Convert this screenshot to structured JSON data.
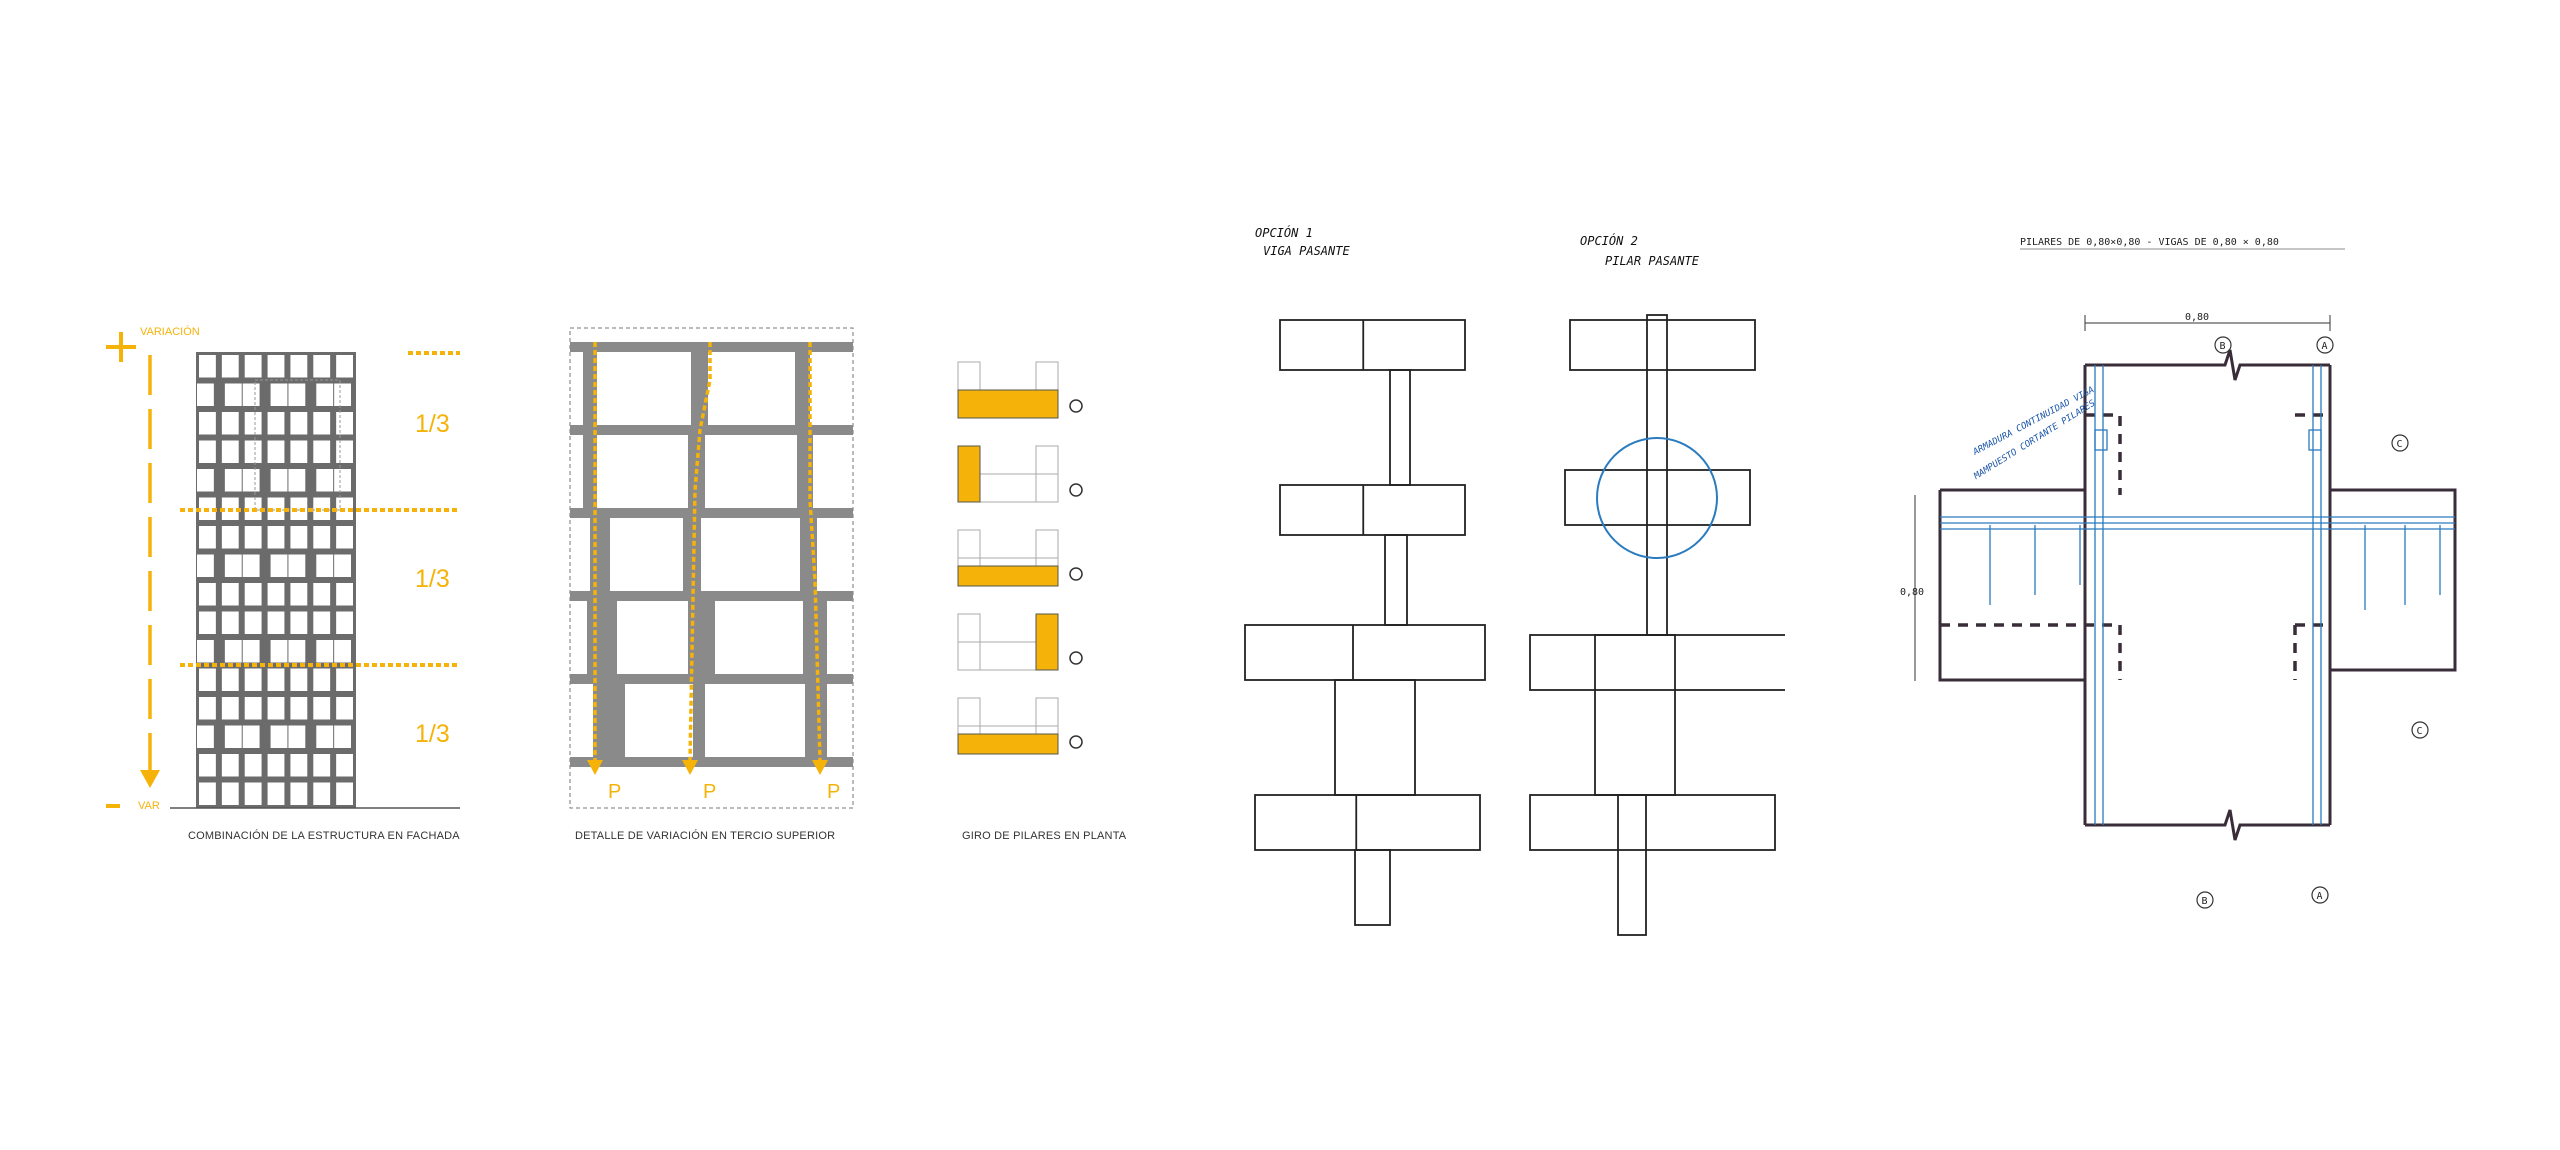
{
  "colors": {
    "accent": "#F5B30A",
    "structure": "#6b6b6b",
    "sketch_blue": "#2a7bbf"
  },
  "facade": {
    "label_top": "VARIACIÓN",
    "label_bottom": "VAR",
    "thirds": [
      "1/3",
      "1/3",
      "1/3"
    ],
    "caption": "COMBINACIÓN DE LA ESTRUCTURA EN FACHADA"
  },
  "detail": {
    "loads": [
      "P",
      "P",
      "P"
    ],
    "caption": "DETALLE DE VARIACIÓN EN TERCIO SUPERIOR"
  },
  "rotation": {
    "caption": "GIRO DE PILARES EN PLANTA"
  },
  "sketch_options": {
    "option1": [
      "OPCIÓN 1",
      "VIGA PASANTE"
    ],
    "option2": [
      "OPCIÓN 2",
      "PILAR PASANTE"
    ]
  },
  "plan_sketch": {
    "header": "PILARES DE 0,80×0,80 - VIGAS DE 0,80 × 0,80",
    "dim_top": "0,80",
    "dim_left": "0,80",
    "section_marks": [
      "B",
      "A",
      "C",
      "C",
      "B",
      "A"
    ],
    "notes": [
      "MAMPUESTO CORTANTE PILARES",
      "ARMADURA CONTINUIDAD VIGA"
    ]
  }
}
